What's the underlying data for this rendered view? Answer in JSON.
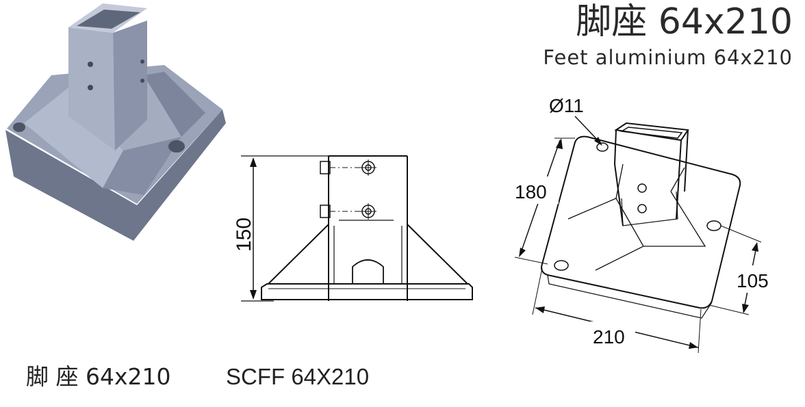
{
  "header": {
    "title_cn": "脚座 64x210",
    "title_en": "Feet aluminium 64x210"
  },
  "caption": {
    "name_cn": "脚 座 64x210",
    "code": "SCFF 64X210"
  },
  "dimensions": {
    "height": "150",
    "hole_diameter": "Ø11",
    "depth": "180",
    "width": "210",
    "hole_spacing": "105"
  },
  "colors": {
    "product_body": "#8c95ab",
    "product_shadow": "#6e768b",
    "product_highlight": "#aab2c6",
    "line": "#111111"
  }
}
